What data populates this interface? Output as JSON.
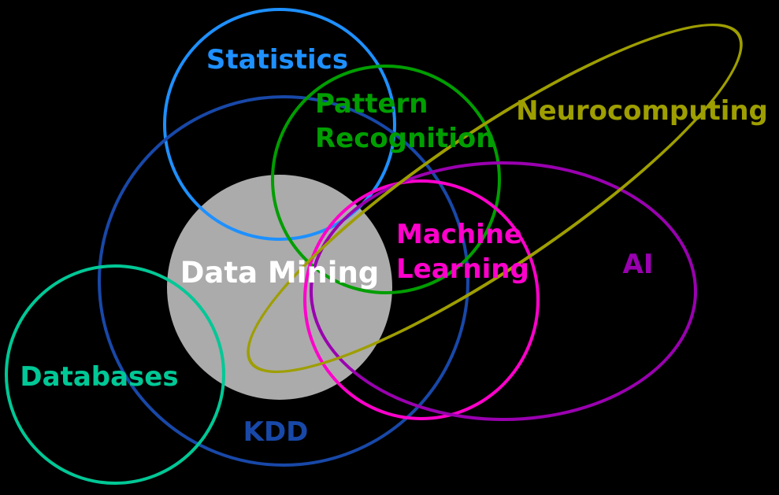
{
  "page": {
    "background": "#000000"
  },
  "diagram": {
    "type": "venn",
    "center": {
      "label": "Data Mining",
      "fill": "#ABABAB",
      "text_color": "#FFFFFF"
    },
    "sets": [
      {
        "name": "statistics",
        "label": "Statistics",
        "color": "#1E90FF"
      },
      {
        "name": "kdd",
        "label": "KDD",
        "color": "#1848A8"
      },
      {
        "name": "databases",
        "label": "Databases",
        "color": "#00C896"
      },
      {
        "name": "pattern-recognition",
        "label": "Pattern\nRecognition",
        "color": "#009E00"
      },
      {
        "name": "machine-learning",
        "label": "Machine\nLearning",
        "color": "#FF00CC"
      },
      {
        "name": "ai",
        "label": "AI",
        "color": "#9A00B0"
      },
      {
        "name": "neurocomputing",
        "label": "Neurocomputing",
        "color": "#9E9E00"
      }
    ]
  }
}
